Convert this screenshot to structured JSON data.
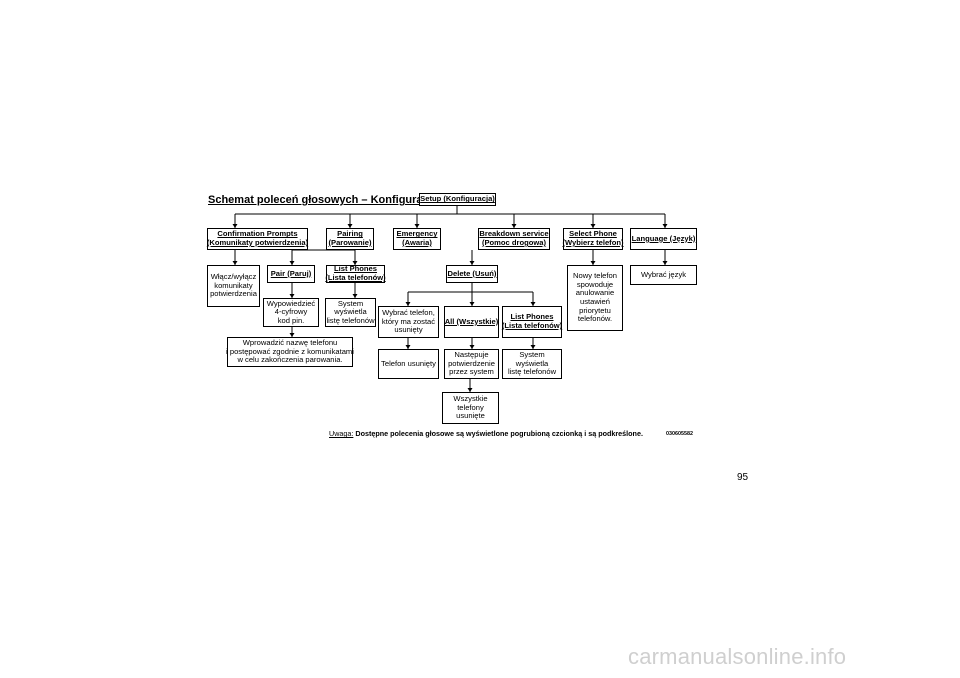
{
  "title": "Schemat poleceń głosowych – Konfiguracja",
  "nodes": {
    "setup": [
      "Setup (Konfiguracja)"
    ],
    "confirmation": [
      "Confirmation Prompts",
      "(Komunikaty potwierdzenia)"
    ],
    "pairing": [
      "Pairing",
      "(Parowanie)"
    ],
    "emergency": [
      "Emergency",
      "(Awaria)"
    ],
    "breakdown": [
      "Breakdown service",
      "(Pomoc drogowa)"
    ],
    "select_phone": [
      "Select Phone",
      "(Wybierz telefon)"
    ],
    "language": [
      "Language (Język)"
    ],
    "toggle_prompts": [
      "Włącz/wyłącz",
      "komunikaty",
      "potwierdzenia"
    ],
    "pair": [
      "Pair (Paruj)"
    ],
    "list_phones": [
      "List Phones",
      "(Lista telefonów)"
    ],
    "delete": [
      "Delete (Usuń)"
    ],
    "new_phone": [
      "Nowy telefon",
      "spowoduje",
      "anulowanie",
      "ustawień",
      "priorytetu",
      "telefonów."
    ],
    "choose_language": [
      "Wybrać język"
    ],
    "pin": [
      "Wypowiedzieć",
      "4-cyfrowy",
      "kod pin."
    ],
    "system_lists": [
      "System",
      "wyświetla",
      "listę telefonów"
    ],
    "name_phone": [
      "Wprowadzić nazwę telefonu",
      "i postępować zgodnie z komunikatami",
      "w celu zakończenia parowania."
    ],
    "choose_phone": [
      "Wybrać telefon,",
      "który ma zostać",
      "usunięty"
    ],
    "all": [
      "All (Wszystkie)"
    ],
    "list_phones_2": [
      "List Phones",
      "(Lista telefonów)"
    ],
    "phone_deleted": [
      "Telefon usunięty"
    ],
    "next_confirm": [
      "Następuje",
      "potwierdzenie",
      "przez system"
    ],
    "system_lists_2": [
      "System",
      "wyświetla",
      "listę telefonów"
    ],
    "all_deleted": [
      "Wszystkie",
      "telefony",
      "usunięte"
    ]
  },
  "note": {
    "label": "Uwaga:",
    "text": "Dostępne polecenia głosowe są wyświetlone pogrubioną czcionką i są podkreślone."
  },
  "code": "030605582",
  "page_number": "95",
  "watermark": "carmanualsonline.info"
}
